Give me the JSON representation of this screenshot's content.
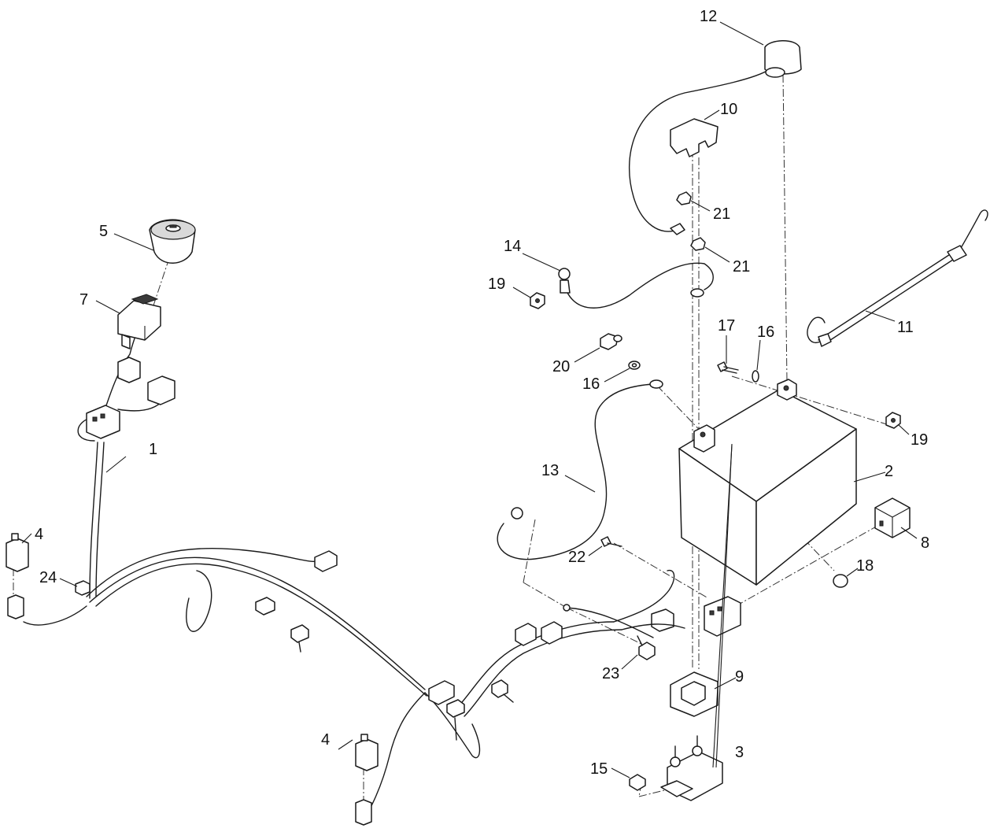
{
  "callouts": {
    "c1": "1",
    "c2": "2",
    "c3": "3",
    "c4a": "4",
    "c4b": "4",
    "c5": "5",
    "c7": "7",
    "c8": "8",
    "c9": "9",
    "c10": "10",
    "c11": "11",
    "c12": "12",
    "c13": "13",
    "c14": "14",
    "c15": "15",
    "c16a": "16",
    "c16b": "16",
    "c17": "17",
    "c18": "18",
    "c19a": "19",
    "c19b": "19",
    "c20": "20",
    "c21a": "21",
    "c21b": "21",
    "c22": "22",
    "c23": "23",
    "c24": "24"
  },
  "colors": {
    "line": "#1a1a1a",
    "background": "#ffffff",
    "shade": "#d9d9d9"
  }
}
